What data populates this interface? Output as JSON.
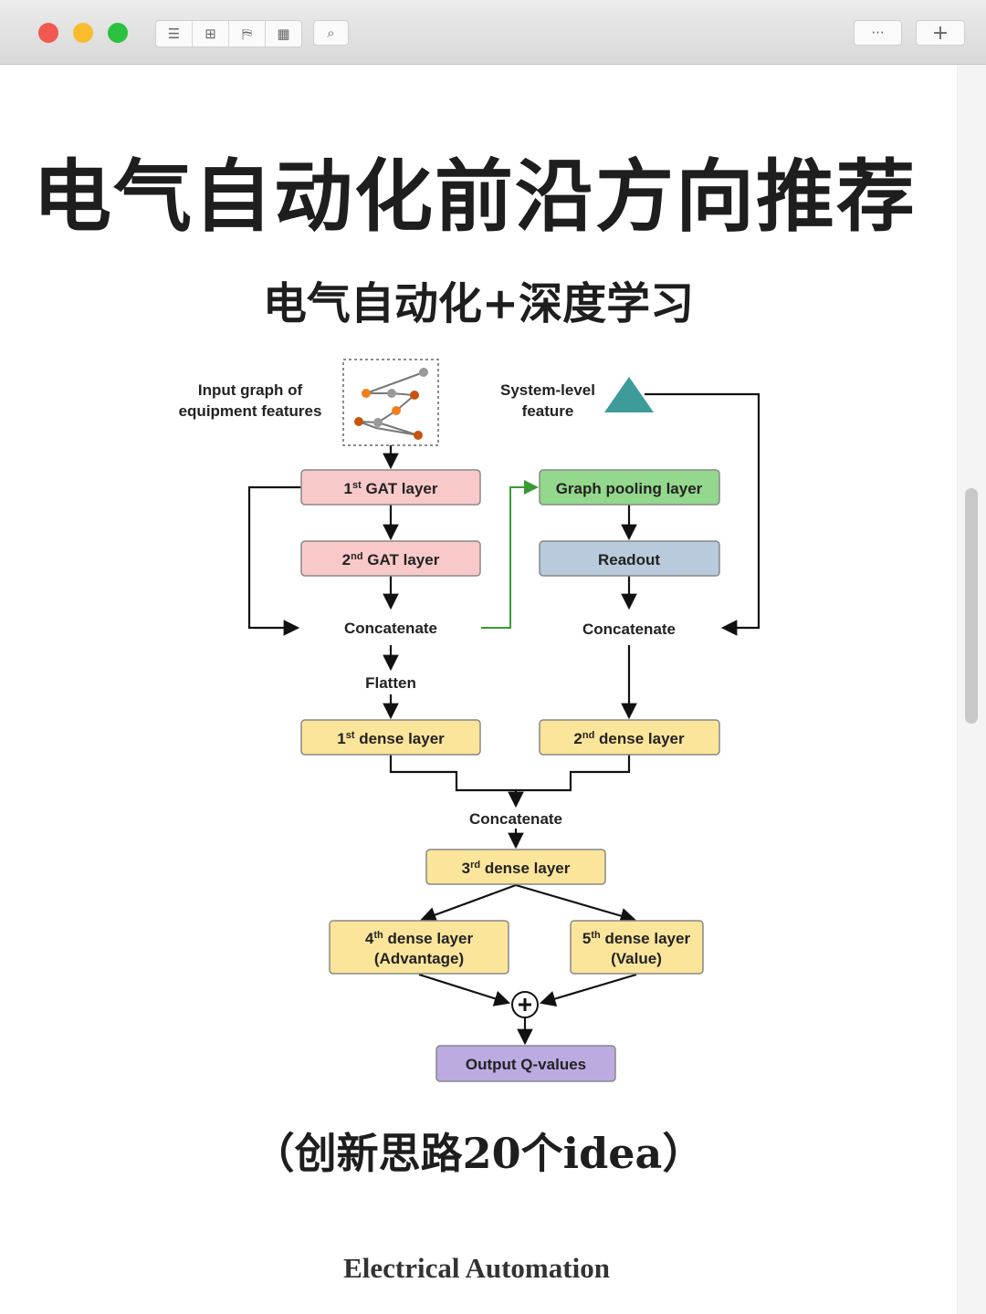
{
  "toolbar": {
    "buttons": [
      "list-view",
      "grid-view",
      "map-view",
      "calendar-view",
      "search"
    ],
    "more_label": "···",
    "add_label": "+"
  },
  "title": "电气自动化前沿方向推荐",
  "subtitle": "电气自动化+深度学习",
  "diagram": {
    "input_label_1": "Input graph of",
    "input_label_2": "equipment features",
    "system_label_1": "System-level",
    "system_label_2": "feature",
    "gat1": {
      "num": "1",
      "sup": "st",
      "text": " GAT layer"
    },
    "gat2": {
      "num": "2",
      "sup": "nd",
      "text": " GAT layer"
    },
    "pooling": "Graph pooling layer",
    "readout": "Readout",
    "concat_left": "Concatenate",
    "concat_right": "Concatenate",
    "flatten": "Flatten",
    "dense1": {
      "num": "1",
      "sup": "st",
      "text": " dense layer"
    },
    "dense2": {
      "num": "2",
      "sup": "nd",
      "text": " dense layer"
    },
    "concat_mid": "Concatenate",
    "dense3": {
      "num": "3",
      "sup": "rd",
      "text": " dense layer"
    },
    "dense4": {
      "num": "4",
      "sup": "th",
      "text": " dense layer",
      "line2": "(Advantage)"
    },
    "dense5": {
      "num": "5",
      "sup": "th",
      "text": " dense layer",
      "line2": "(Value)"
    },
    "output": "Output Q-values",
    "colors": {
      "gat": "#f9c9c9",
      "pooling": "#93d88c",
      "readout": "#b8cadb",
      "dense": "#fbe59b",
      "output": "#bbabe0",
      "triangle": "#3d9c9a",
      "green_arrow": "#3a9a34"
    }
  },
  "ideas": "（创新思路20个idea）",
  "footer": "Electrical Automation"
}
